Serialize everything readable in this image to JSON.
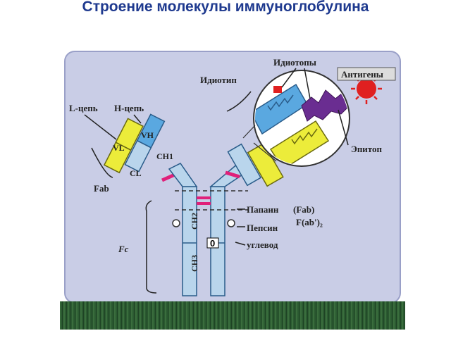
{
  "title": "Строение молекулы иммуноглобулина",
  "labels": {
    "l_chain": "L-цепь",
    "h_chain": "H-цепь",
    "fab": "Fab",
    "fc": "Fc",
    "idiotype": "Идиотип",
    "idiotopes": "Идиотопы",
    "antigens": "Антигены",
    "epitope": "Эпитоп",
    "papain": "Папаин",
    "fab_paren": "(Fab)",
    "pepsin": "Пепсин",
    "fab2": "F(ab')₂",
    "carbohydrate": "углевод"
  },
  "domains": {
    "vh": "VH",
    "ch1": "CH1",
    "vl": "VL",
    "cl": "CL",
    "ch2": "CH2",
    "ch3": "CH3"
  },
  "counter": "0",
  "colors": {
    "title": "#1f3a8f",
    "panel": "#c9cde6",
    "chain_blue": "#5aa8e0",
    "chain_blue_light": "#b9d5ec",
    "chain_yellow": "#ecec3a",
    "bond_pink": "#e0207a",
    "antigen": "#e02020",
    "epitope_purple": "#6a2d91",
    "footer_green": "#2d5a32"
  }
}
